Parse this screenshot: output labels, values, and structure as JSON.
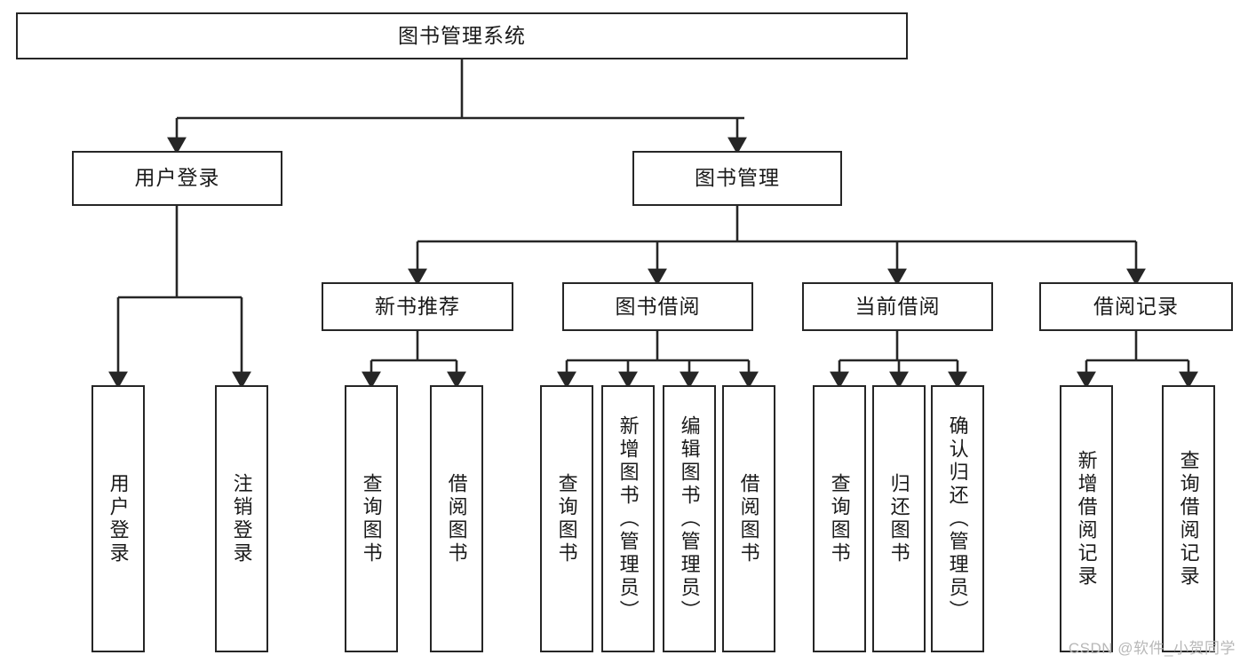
{
  "diagram": {
    "title": "图书管理系统",
    "type": "tree-hierarchy-chart",
    "line_color": "#262626",
    "box_fill": "#ffffff",
    "text_color": "#1a1a1a"
  },
  "watermark": {
    "text": "CSDN @软件_小贺同学",
    "color": "#b8b8b8"
  },
  "nodes": {
    "root": {
      "label": "图书管理系统"
    },
    "level2": [
      {
        "label": "用户登录"
      },
      {
        "label": "图书管理"
      }
    ],
    "level3": [
      {
        "label": "新书推荐"
      },
      {
        "label": "图书借阅"
      },
      {
        "label": "当前借阅"
      },
      {
        "label": "借阅记录"
      }
    ],
    "leaves": {
      "user_login": [
        {
          "label": "用户登录"
        },
        {
          "label": "注销登录"
        }
      ],
      "new_book_recommend": [
        {
          "label": "查询图书"
        },
        {
          "label": "借阅图书"
        }
      ],
      "book_borrow": [
        {
          "label": "查询图书"
        },
        {
          "label": "新增图书（管理员）"
        },
        {
          "label": "编辑图书（管理员）"
        },
        {
          "label": "借阅图书"
        }
      ],
      "current_borrow": [
        {
          "label": "查询图书"
        },
        {
          "label": "归还图书"
        },
        {
          "label": "确认归还（管理员）"
        }
      ],
      "borrow_record": [
        {
          "label": "新增借阅记录"
        },
        {
          "label": "查询借阅记录"
        }
      ]
    }
  }
}
